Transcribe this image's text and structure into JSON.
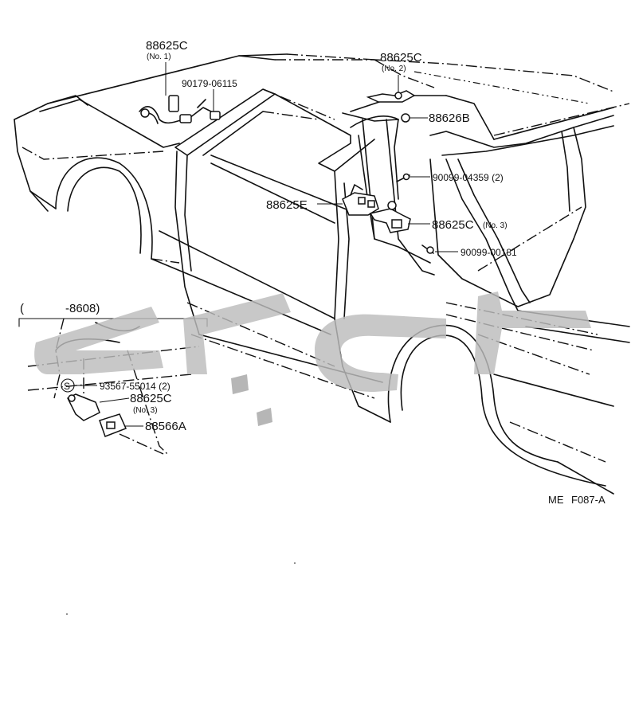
{
  "parts": {
    "p1": {
      "number": "88625C",
      "note": "(No. 1)"
    },
    "p2": {
      "number": "90179-06115"
    },
    "p3": {
      "number": "88625C",
      "note": "(No. 2)"
    },
    "p4": {
      "number": "88626B"
    },
    "p5": {
      "number": "90099-04359 (2)"
    },
    "p6": {
      "number": "88625E"
    },
    "p7": {
      "number": "88625C",
      "note": "(No. 3)"
    },
    "p8": {
      "number": "90099-00181"
    }
  },
  "inset": {
    "range_open": "(",
    "range_text": "-8608)",
    "symbol": "S",
    "p9": {
      "number": "93567-55014 (2)"
    },
    "p10": {
      "number": "88625C",
      "note": "(No. 3)"
    },
    "p11": {
      "number": "88566A"
    }
  },
  "figure_ref": {
    "prefix": "ME",
    "code": "F087-A"
  },
  "colors": {
    "line": "#111111",
    "watermark": "#bcbcbc",
    "background": "#ffffff"
  }
}
